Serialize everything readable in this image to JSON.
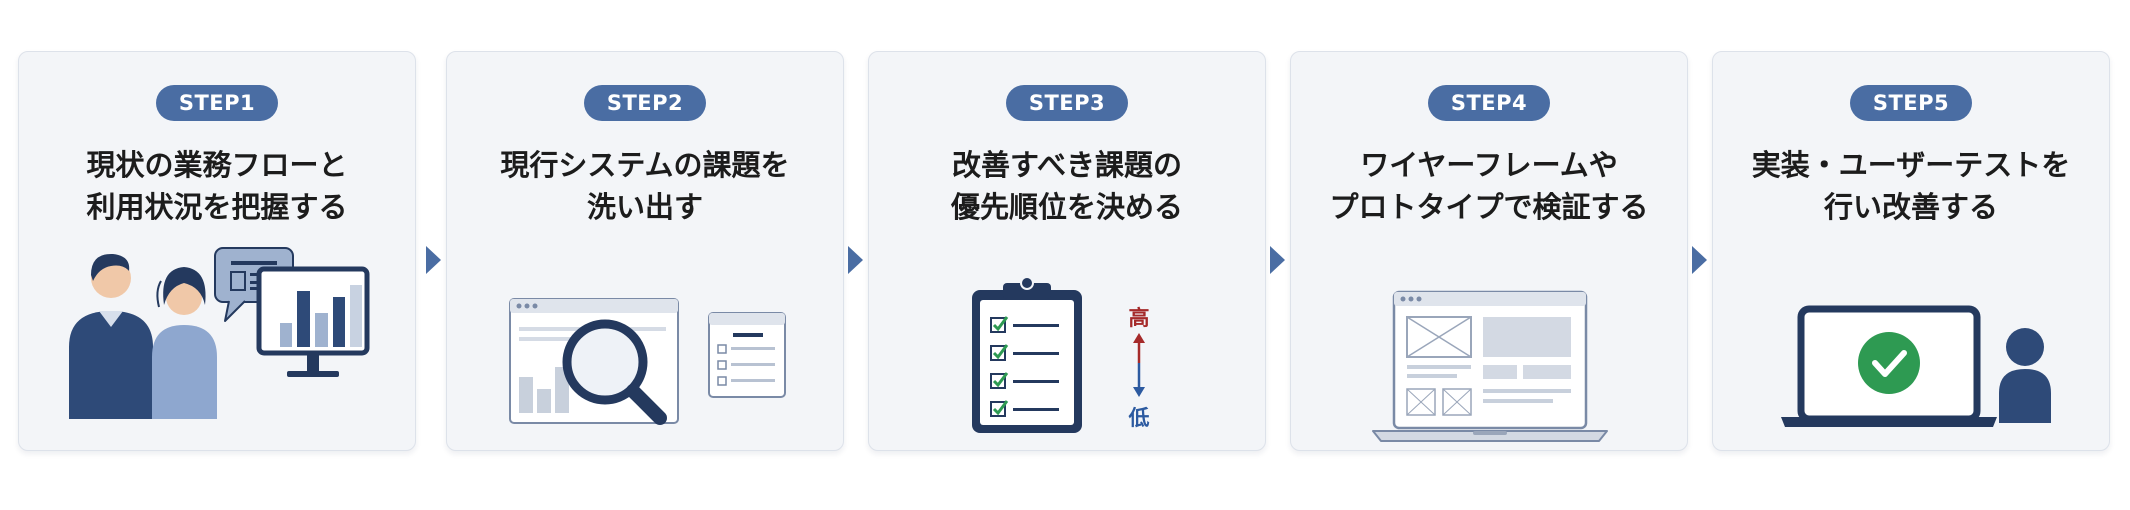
{
  "steps": [
    {
      "badge": "STEP1",
      "title_line1": "現状の業務フローと",
      "title_line2": "利用状況を把握する"
    },
    {
      "badge": "STEP2",
      "title_line1": "現行システムの課題を",
      "title_line2": "洗い出す"
    },
    {
      "badge": "STEP3",
      "title_line1": "改善すべき課題の",
      "title_line2": "優先順位を決める"
    },
    {
      "badge": "STEP4",
      "title_line1": "ワイヤーフレームや",
      "title_line2": "プロトタイプで検証する"
    },
    {
      "badge": "STEP5",
      "title_line1": "実装・ユーザーテストを",
      "title_line2": "行い改善する"
    }
  ],
  "priority": {
    "high": "高",
    "low": "低"
  },
  "colors": {
    "accent": "#4a6da3",
    "navy": "#24395e",
    "card_bg": "#f3f5f8",
    "check_green": "#2e9a52",
    "high_red": "#a52a2a",
    "low_blue": "#2c5aa0"
  },
  "icons": {
    "step1": [
      "people-icon",
      "chat-bubble-icon",
      "bar-chart-monitor-icon"
    ],
    "step2": [
      "browser-window-icon",
      "magnifying-glass-icon",
      "list-panel-icon"
    ],
    "step3": [
      "clipboard-checklist-icon",
      "priority-arrow-icon"
    ],
    "step4": [
      "laptop-wireframe-icon"
    ],
    "step5": [
      "laptop-check-icon",
      "user-icon"
    ]
  }
}
